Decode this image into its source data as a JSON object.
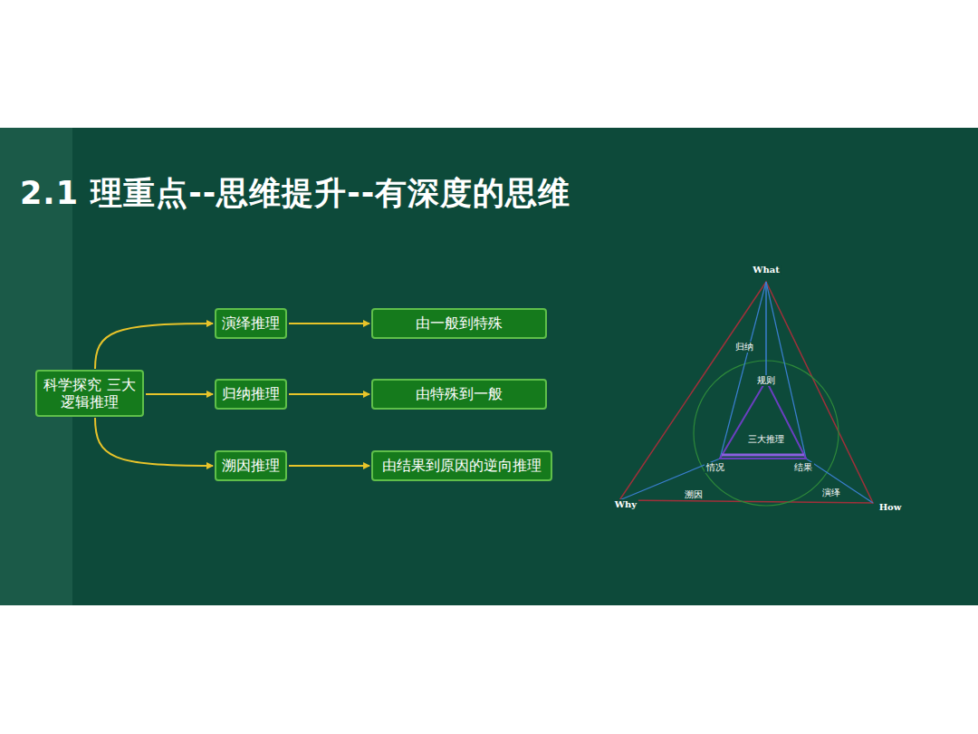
{
  "diagram": {
    "title": "2.1   理重点--思维提升--有深度的思维",
    "nodes": [
      {
        "text": [
          "科学探究 三大逻辑推理"
        ]
      },
      {
        "text": [
          "演绎推理"
        ]
      },
      {
        "text": [
          "归纳推理"
        ]
      },
      {
        "text": [
          "溯因推理"
        ]
      },
      {
        "text": [
          "由一般到特殊"
        ]
      },
      {
        "text": [
          "由特殊到一般"
        ]
      },
      {
        "text": [
          "由结果到原因的逆向推理"
        ]
      }
    ],
    "edges": [
      {
        "from": 0,
        "to": 1,
        "arrow": "to"
      },
      {
        "from": 0,
        "to": 2,
        "arrow": "to"
      },
      {
        "from": 0,
        "to": 3,
        "arrow": "to"
      },
      {
        "from": 1,
        "to": 4,
        "arrow": "to"
      },
      {
        "from": 2,
        "to": 5,
        "arrow": "to"
      },
      {
        "from": 3,
        "to": 6,
        "arrow": "to"
      }
    ],
    "labels": [
      "What",
      "归纳",
      "规则",
      "三大推理",
      "情况",
      "结果",
      "Why",
      "溯因",
      "演绎",
      "How"
    ]
  }
}
